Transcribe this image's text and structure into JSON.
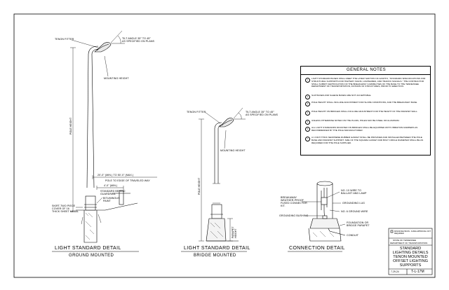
{
  "ground": {
    "tenon_fitter": "TENON FITTER",
    "tilt": [
      "TILT ANGLE 35° TO 45°",
      "AS SPECIFIED ON PLANS"
    ],
    "mounting_height": "MOUNTING HEIGHT",
    "pole_height": "POLE HEIGHT",
    "clearance_1": "20'-0\" (MIN.) TO 50'-0\" (MAX.)",
    "clearance_2": "POLE TO EDGE OF TRAVELED WAY",
    "min_dim": "4'-0\" (MIN.)",
    "guardrail": [
      "STANDARD BEHIND",
      "GUARDRAIL"
    ],
    "bituminous": [
      "BITUMINOUS",
      "PAINT"
    ],
    "skirt": [
      "SKIRT-TWO PIECE",
      "COVER OF 16",
      "THICK SHEET METAL"
    ],
    "caption_title": "LIGHT STANDARD DETAIL",
    "caption_sub": "GROUND MOUNTED"
  },
  "bridge": {
    "tenon_fitter": "TENON FITTER",
    "tilt": [
      "TILT ANGLE 35° TO 45°",
      "AS SPECIFIED ON PLANS"
    ],
    "mounting_height": "MOUNTING HEIGHT",
    "pole_height": "POLE HEIGHT",
    "parapet_height": [
      "PARAPET",
      "HEIGHT"
    ],
    "caption_title": "LIGHT STANDARD DETAIL",
    "caption_sub": "BRIDGE MOUNTED"
  },
  "connection": {
    "breakaway": [
      "BREAKAWAY",
      "WEATHER-PROOF",
      "FUSED CONNECTOR",
      "KIT."
    ],
    "no10": [
      "NO. 10 WIRE TO",
      "BALLAST AND LAMP"
    ],
    "grounding_lug": "GROUNDING LUG",
    "no6": "NO. 6 GROUND WIRE",
    "grounding_bushing": "GROUNDING BUSHING",
    "foundation": [
      "FOUNDATION OR",
      "BRIDGE PARAPET"
    ],
    "conduit": "CONDUIT",
    "caption_title": "CONNECTION DETAIL"
  },
  "notes": {
    "title": "GENERAL NOTES",
    "items": [
      {
        "num": "1",
        "text": "LIGHT STANDARD BASES SHALL MEET THE LATEST EDITION OF AASHTO, \"STANDARD SPECIFICATIONS FOR STRUCTURAL SUPPORTS FOR HIGHWAY SIGNS, LUMINAIRES, AND TRAFFIC SIGNALS.\" THE CONTRACTOR SHALL SUBMIT CERTIFICATION OF THE BREAKAWAY CAPABILITIES OF THE BASE TO THE TENNESSEE DEPARTMENT OF TRANSPORTATION, DIVISION OF STRUCTURES, PRIOR TO ERECTION."
      },
      {
        "num": "2",
        "text": "SLIP BASES AND SLEEVE BASES ARE NOT ACCEPTABLE."
      },
      {
        "num": "3",
        "text": "POLE HEIGHT SHALL INCLUDE ADJUSTMENT FOR SLOPE CONDITIONS, AND THE BREAKAWAY BASE."
      },
      {
        "num": "4",
        "text": "POLE HEIGHT ON BRIDGES SHALL INCLUDE ADJUSTMENT FOR THE HEIGHT OF THE PARAPET WALL."
      },
      {
        "num": "5",
        "text": "UNLESS OTHERWISE NOTED ON THE PLANS, POLES MAY BE STEEL OR ALUMINUM."
      },
      {
        "num": "6",
        "text": "ALL LIGHT STANDARDS MOUNTED ON BRIDGES SHALL BE EQUIPPED WITH VIBRATION DAMPERS AS RECOMMENDED BY THE POLE MANUFACTURER."
      },
      {
        "num": "7",
        "text": "A 1 INCH THICK NEOPRENE RUBBER GASKET SHALL BE PROVIDED AND INSTALLED BETWEEN THE POLE BASE AND PARAPET SUPPORT. SIZE OF THE SQUARE GASKET AND BOLT CIRCLE DIAMETER SHALL BE AS REQUIRED FOR THE POLE SUPPLIED."
      }
    ]
  },
  "title_block": {
    "revision": "MINOR REVISION - FHWA APPROVAL NOT REQUIRED",
    "state": "STATE OF TENNESSEE",
    "dept": "DEPARTMENT OF TRANSPORTATION",
    "drawing_title": [
      "STANDARD",
      "LIGHTING DETAILS",
      "TENON MOUNTED",
      "OFFSET LIGHTING",
      "SUPPORTS"
    ],
    "date": "7-29-24",
    "number": "T-L-17M"
  }
}
